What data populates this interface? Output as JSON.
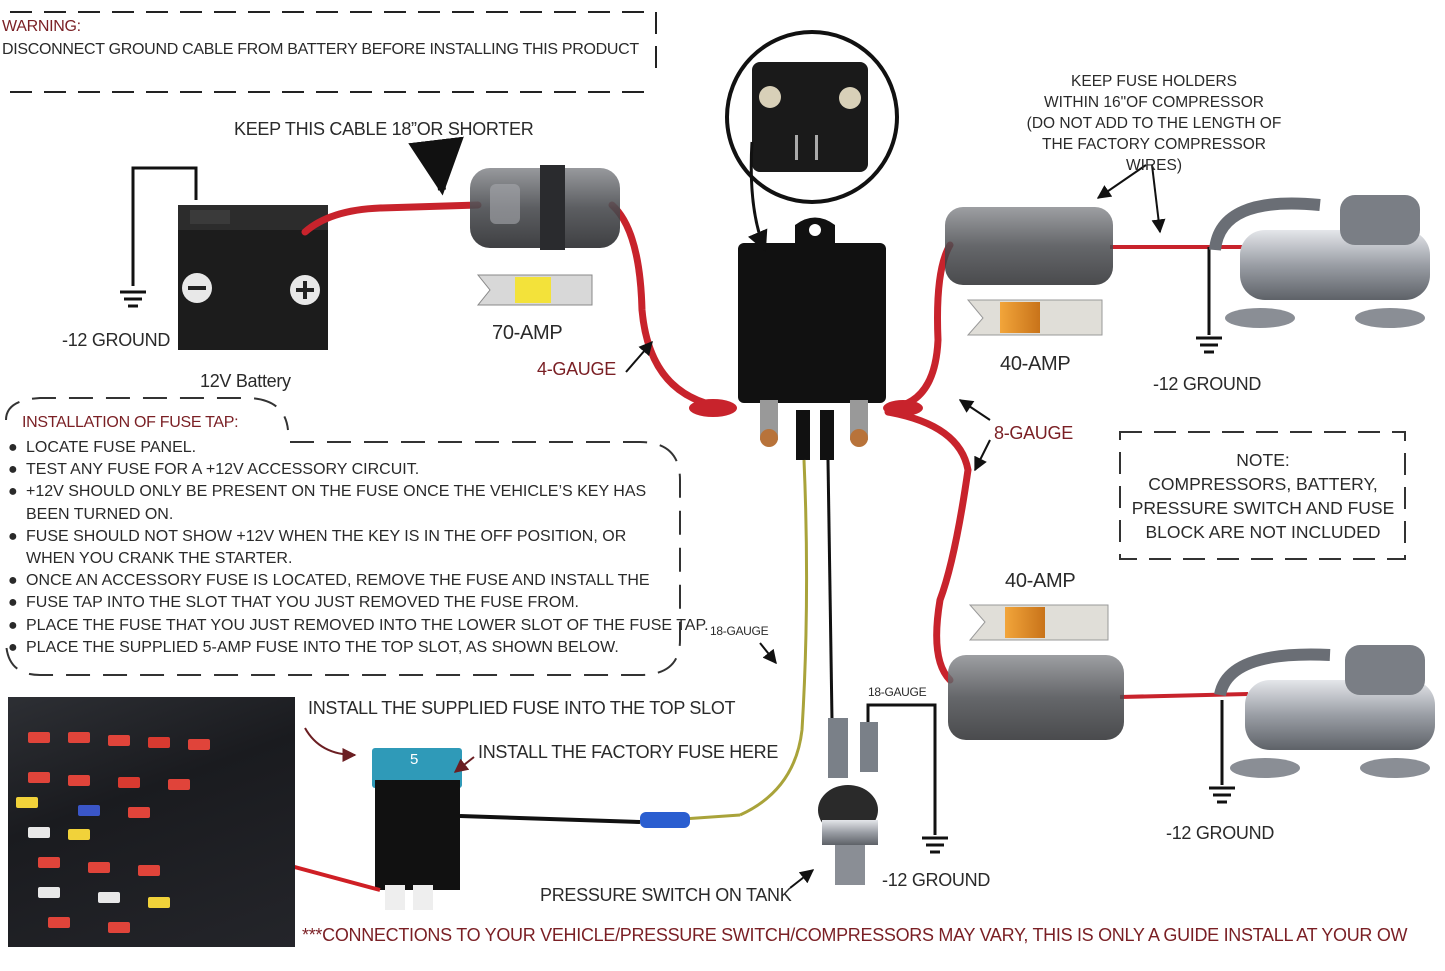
{
  "warning": {
    "title": "WARNING:",
    "text": "DISCONNECT  GROUND CABLE FROM BATTERY BEFORE INSTALLING THIS PRODUCT"
  },
  "labels": {
    "keep_cable": "KEEP THIS CABLE 18”OR SHORTER",
    "battery_ground": "-12 GROUND",
    "battery": "12V Battery",
    "amp70": "70-AMP",
    "gauge4": "4-GAUGE",
    "gauge8": "8-GAUGE",
    "amp40_top": "40-AMP",
    "amp40_bottom": "40-AMP",
    "compressor_ground_top": "-12 GROUND",
    "compressor_ground_bottom": "-12 GROUND",
    "switch_ground": "-12 GROUND",
    "gauge18_a": "18-GAUGE",
    "gauge18_b": "18-GAUGE",
    "install_supplied": "INSTALL THE SUPPLIED FUSE INTO  THE TOP SLOT",
    "install_factory": "INSTALL THE  FACTORY FUSE HERE",
    "pressure_switch": "PRESSURE SWITCH ON TANK",
    "fuse_tap_digit": "5",
    "footer": "***CONNECTIONS TO YOUR VEHICLE/PRESSURE SWITCH/COMPRESSORS MAY VARY, THIS IS ONLY A GUIDE  INSTALL AT YOUR OW"
  },
  "keep_fuse_holders": [
    "KEEP FUSE HOLDERS",
    "WITHIN  16\"OF COMPRESSOR",
    "(DO NOT ADD TO THE LENGTH OF",
    "THE FACTORY COMPRESSOR WIRES)"
  ],
  "note": [
    "NOTE:",
    "COMPRESSORS, BATTERY,",
    "PRESSURE SWITCH AND FUSE",
    "BLOCK ARE NOT INCLUDED"
  ],
  "installation": {
    "title": "INSTALLATION OF FUSE TAP:",
    "items": [
      "LOCATE FUSE PANEL.",
      "TEST ANY FUSE FOR A +12V ACCESSORY CIRCUIT.",
      "+12V SHOULD ONLY BE PRESENT ON THE FUSE ONCE THE VEHICLE’S KEY HAS",
      "BEEN TURNED ON.",
      "FUSE SHOULD NOT SHOW +12V WHEN THE KEY IS IN THE OFF POSITION, OR",
      "WHEN YOU CRANK THE STARTER.",
      "ONCE AN ACCESSORY FUSE IS LOCATED, REMOVE THE FUSE AND INSTALL THE",
      "FUSE TAP INTO THE SLOT THAT YOU JUST REMOVED THE FUSE FROM.",
      "PLACE THE FUSE THAT YOU JUST REMOVED INTO THE LOWER SLOT OF THE FUSE TAP.",
      "PLACE THE SUPPLIED 5-AMP FUSE INTO THE TOP SLOT, AS SHOWN BELOW."
    ]
  },
  "colors": {
    "label_red": "#7a1f24",
    "wire_red": "#c8232c",
    "wire_black": "#111111",
    "wire_yellow": "#a9a33a"
  }
}
